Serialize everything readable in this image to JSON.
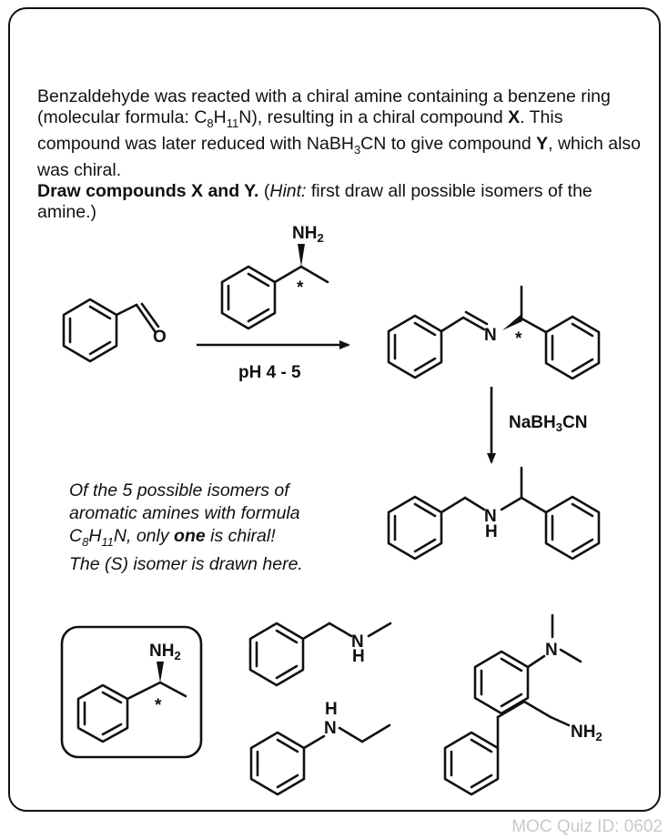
{
  "question": {
    "intro": "Benzaldehyde was reacted with a chiral amine containing a benzene ring (molecular formula: ",
    "formula_c": "C",
    "formula_c_sub": "8",
    "formula_h": "H",
    "formula_h_sub": "11",
    "formula_n": "N), resulting in a chiral compound ",
    "compound_x": "X",
    "mid": ". This compound was later reduced with NaBH",
    "nabh_sub": "3",
    "mid2": "CN to give compound ",
    "compound_y": "Y",
    "end": ", which also was chiral.",
    "task": "Draw compounds X and Y.",
    "hint_open": " (",
    "hint_label": "Hint:",
    "hint_text": " first draw all possible isomers of the amine.)"
  },
  "scheme": {
    "amine_group": "NH2",
    "carbonyl_o": "O",
    "imine_n": "N",
    "stereo_mark": "*",
    "condition_1": "pH 4 - 5",
    "reagent_2": "NaBH3CN",
    "amine_nh": "N",
    "amine_h": "H"
  },
  "note": {
    "line1": "Of the 5 possible isomers of",
    "line2": "aromatic amines with formula",
    "formula": "C8H11N, only ",
    "emph": "one",
    "rest": " is chiral!",
    "line4": "The (S) isomer is drawn here."
  },
  "isomers": {
    "chiral_group": "NH2",
    "chiral_mark": "*",
    "methyl_amine_n": "N",
    "methyl_amine_h": "H",
    "dimethyl_n": "N",
    "ethyl_n": "N",
    "ethyl_h": "H",
    "phenethyl_group": "NH2"
  },
  "footer": {
    "quiz_id": "MOC Quiz ID: 0602"
  }
}
